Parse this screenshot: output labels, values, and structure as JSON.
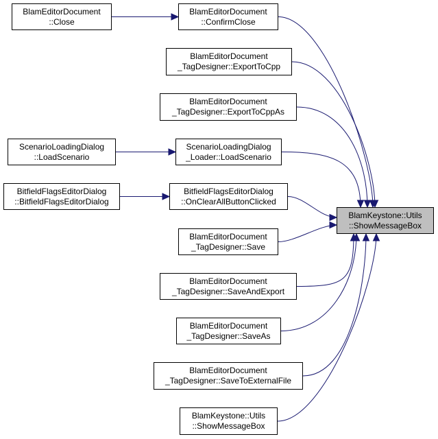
{
  "colors": {
    "edge": "#191970",
    "target_fill": "#bfbfbf",
    "node_fill": "#ffffff",
    "border": "#000000"
  },
  "target": {
    "line1": "BlamKeystone::Utils",
    "line2": "::ShowMessageBox"
  },
  "nodes": [
    {
      "id": "n_close",
      "line1": "BlamEditorDocument",
      "line2": "::Close"
    },
    {
      "id": "n_confirmclose",
      "line1": "BlamEditorDocument",
      "line2": "::ConfirmClose"
    },
    {
      "id": "n_exportcpp",
      "line1": "BlamEditorDocument",
      "line2": "_TagDesigner::ExportToCpp"
    },
    {
      "id": "n_exportcppas",
      "line1": "BlamEditorDocument",
      "line2": "_TagDesigner::ExportToCppAs"
    },
    {
      "id": "n_sld_load",
      "line1": "ScenarioLoadingDialog",
      "line2": "::LoadScenario"
    },
    {
      "id": "n_sldl_load",
      "line1": "ScenarioLoadingDialog",
      "line2": "_Loader::LoadScenario"
    },
    {
      "id": "n_bfed_ctor",
      "line1": "BitfieldFlagsEditorDialog",
      "line2": "::BitfieldFlagsEditorDialog"
    },
    {
      "id": "n_bfed_clear",
      "line1": "BitfieldFlagsEditorDialog",
      "line2": "::OnClearAllButtonClicked"
    },
    {
      "id": "n_save",
      "line1": "BlamEditorDocument",
      "line2": "_TagDesigner::Save"
    },
    {
      "id": "n_saveexport",
      "line1": "BlamEditorDocument",
      "line2": "_TagDesigner::SaveAndExport"
    },
    {
      "id": "n_saveas",
      "line1": "BlamEditorDocument",
      "line2": "_TagDesigner::SaveAs"
    },
    {
      "id": "n_saveext",
      "line1": "BlamEditorDocument",
      "line2": "_TagDesigner::SaveToExternalFile"
    },
    {
      "id": "n_showmsg",
      "line1": "BlamKeystone::Utils",
      "line2": "::ShowMessageBox"
    }
  ],
  "edges": [
    {
      "from": "n_close",
      "to": "n_confirmclose"
    },
    {
      "from": "n_confirmclose",
      "to": "target"
    },
    {
      "from": "n_exportcpp",
      "to": "target"
    },
    {
      "from": "n_exportcppas",
      "to": "target"
    },
    {
      "from": "n_sld_load",
      "to": "n_sldl_load"
    },
    {
      "from": "n_sldl_load",
      "to": "target"
    },
    {
      "from": "n_bfed_ctor",
      "to": "n_bfed_clear"
    },
    {
      "from": "n_bfed_clear",
      "to": "target"
    },
    {
      "from": "n_save",
      "to": "target"
    },
    {
      "from": "n_saveexport",
      "to": "target"
    },
    {
      "from": "n_saveas",
      "to": "target"
    },
    {
      "from": "n_saveext",
      "to": "target"
    },
    {
      "from": "n_showmsg",
      "to": "target"
    }
  ]
}
